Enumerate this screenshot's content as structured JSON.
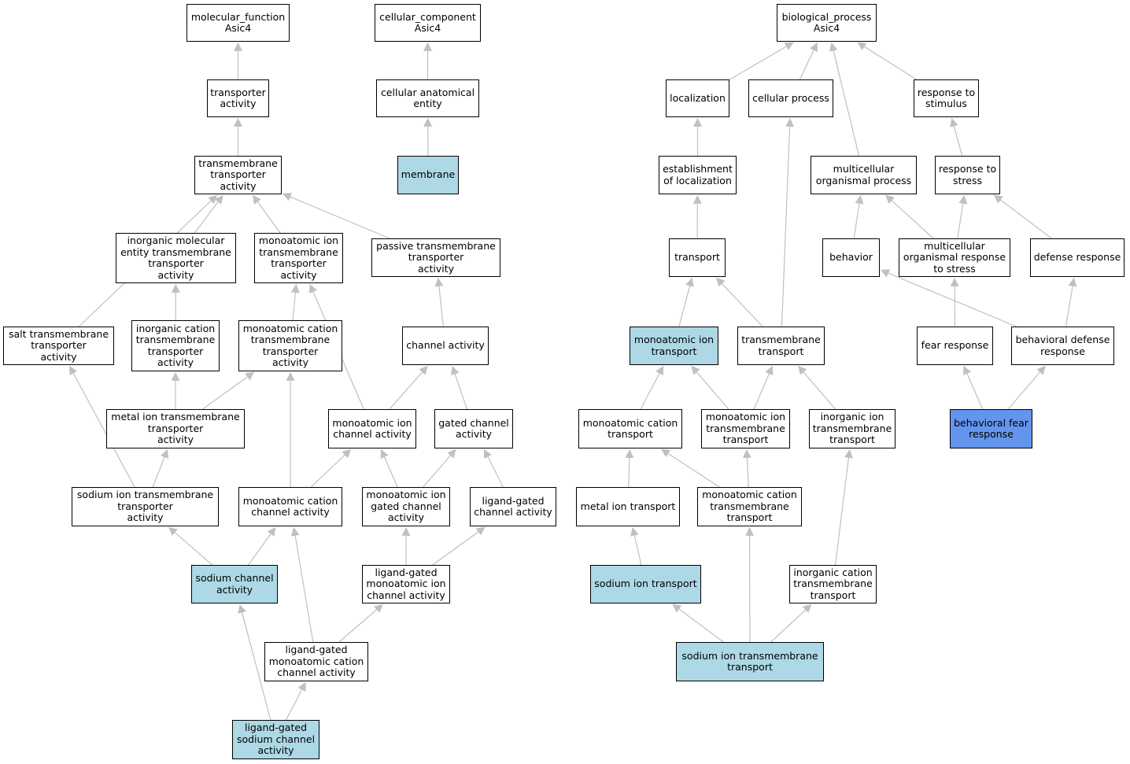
{
  "colors": {
    "default_fill": "#ffffff",
    "highlight_fill": "#add8e6",
    "query_fill": "#6495ed",
    "edge": "#c0c0c0",
    "border": "#000000"
  },
  "nodes": [
    {
      "id": "mf",
      "lines": [
        "molecular_function",
        "Asic4"
      ],
      "style": "default"
    },
    {
      "id": "transporter_activity",
      "lines": [
        "transporter",
        "activity"
      ],
      "style": "default"
    },
    {
      "id": "tm_transporter_activity",
      "lines": [
        "transmembrane",
        "transporter",
        "activity"
      ],
      "style": "default"
    },
    {
      "id": "inorg_mol_entity_tm",
      "lines": [
        "inorganic molecular",
        "entity transmembrane",
        "transporter",
        "activity"
      ],
      "style": "default"
    },
    {
      "id": "monoatomic_ion_tm_act",
      "lines": [
        "monoatomic ion",
        "transmembrane",
        "transporter",
        "activity"
      ],
      "style": "default"
    },
    {
      "id": "passive_tm",
      "lines": [
        "passive transmembrane",
        "transporter",
        "activity"
      ],
      "style": "default"
    },
    {
      "id": "salt_tm",
      "lines": [
        "salt transmembrane",
        "transporter",
        "activity"
      ],
      "style": "default"
    },
    {
      "id": "inorg_cation_tm_act",
      "lines": [
        "inorganic cation",
        "transmembrane",
        "transporter",
        "activity"
      ],
      "style": "default"
    },
    {
      "id": "monoatomic_cation_tm_act",
      "lines": [
        "monoatomic cation",
        "transmembrane",
        "transporter",
        "activity"
      ],
      "style": "default"
    },
    {
      "id": "channel_activity",
      "lines": [
        "channel activity"
      ],
      "style": "default"
    },
    {
      "id": "metal_ion_tm_act",
      "lines": [
        "metal ion transmembrane",
        "transporter",
        "activity"
      ],
      "style": "default"
    },
    {
      "id": "monoatomic_ion_channel",
      "lines": [
        "monoatomic ion",
        "channel activity"
      ],
      "style": "default"
    },
    {
      "id": "gated_channel",
      "lines": [
        "gated channel",
        "activity"
      ],
      "style": "default"
    },
    {
      "id": "sodium_ion_tm_act",
      "lines": [
        "sodium ion transmembrane",
        "transporter",
        "activity"
      ],
      "style": "default"
    },
    {
      "id": "monoatomic_cation_channel",
      "lines": [
        "monoatomic cation",
        "channel activity"
      ],
      "style": "default"
    },
    {
      "id": "monoatomic_ion_gated",
      "lines": [
        "monoatomic ion",
        "gated channel",
        "activity"
      ],
      "style": "default"
    },
    {
      "id": "ligand_gated_channel",
      "lines": [
        "ligand-gated",
        "channel activity"
      ],
      "style": "default"
    },
    {
      "id": "sodium_channel",
      "lines": [
        "sodium channel",
        "activity"
      ],
      "style": "highlight"
    },
    {
      "id": "lg_monoatomic_ion_channel",
      "lines": [
        "ligand-gated",
        "monoatomic ion",
        "channel activity"
      ],
      "style": "default"
    },
    {
      "id": "lg_monoatomic_cation_channel",
      "lines": [
        "ligand-gated",
        "monoatomic cation",
        "channel activity"
      ],
      "style": "default"
    },
    {
      "id": "lg_sodium_channel",
      "lines": [
        "ligand-gated",
        "sodium channel",
        "activity"
      ],
      "style": "highlight"
    },
    {
      "id": "cc",
      "lines": [
        "cellular_component",
        "Asic4"
      ],
      "style": "default"
    },
    {
      "id": "cell_anat_entity",
      "lines": [
        "cellular anatomical",
        "entity"
      ],
      "style": "default"
    },
    {
      "id": "membrane",
      "lines": [
        "membrane"
      ],
      "style": "highlight"
    },
    {
      "id": "bp",
      "lines": [
        "biological_process",
        "Asic4"
      ],
      "style": "default"
    },
    {
      "id": "localization",
      "lines": [
        "localization"
      ],
      "style": "default"
    },
    {
      "id": "cellular_process",
      "lines": [
        "cellular process"
      ],
      "style": "default"
    },
    {
      "id": "response_to_stimulus",
      "lines": [
        "response to",
        "stimulus"
      ],
      "style": "default"
    },
    {
      "id": "establishment_loc",
      "lines": [
        "establishment",
        "of localization"
      ],
      "style": "default"
    },
    {
      "id": "multicellular_process",
      "lines": [
        "multicellular",
        "organismal process"
      ],
      "style": "default"
    },
    {
      "id": "response_to_stress",
      "lines": [
        "response to",
        "stress"
      ],
      "style": "default"
    },
    {
      "id": "transport",
      "lines": [
        "transport"
      ],
      "style": "default"
    },
    {
      "id": "behavior",
      "lines": [
        "behavior"
      ],
      "style": "default"
    },
    {
      "id": "multicellular_stress",
      "lines": [
        "multicellular",
        "organismal response",
        "to stress"
      ],
      "style": "default"
    },
    {
      "id": "defense_response",
      "lines": [
        "defense response"
      ],
      "style": "default"
    },
    {
      "id": "monoatomic_ion_transport",
      "lines": [
        "monoatomic ion",
        "transport"
      ],
      "style": "highlight"
    },
    {
      "id": "tm_transport",
      "lines": [
        "transmembrane",
        "transport"
      ],
      "style": "default"
    },
    {
      "id": "fear_response",
      "lines": [
        "fear response"
      ],
      "style": "default"
    },
    {
      "id": "behavioral_defense",
      "lines": [
        "behavioral defense",
        "response"
      ],
      "style": "default"
    },
    {
      "id": "monoatomic_cation_transport",
      "lines": [
        "monoatomic cation",
        "transport"
      ],
      "style": "default"
    },
    {
      "id": "monoatomic_ion_tm_transport",
      "lines": [
        "monoatomic ion",
        "transmembrane",
        "transport"
      ],
      "style": "default"
    },
    {
      "id": "inorg_ion_tm_transport",
      "lines": [
        "inorganic ion",
        "transmembrane",
        "transport"
      ],
      "style": "default"
    },
    {
      "id": "behavioral_fear",
      "lines": [
        "behavioral fear",
        "response"
      ],
      "style": "query"
    },
    {
      "id": "metal_ion_transport",
      "lines": [
        "metal ion transport"
      ],
      "style": "default"
    },
    {
      "id": "monoatomic_cation_tm_transport",
      "lines": [
        "monoatomic cation",
        "transmembrane",
        "transport"
      ],
      "style": "default"
    },
    {
      "id": "sodium_ion_transport",
      "lines": [
        "sodium ion transport"
      ],
      "style": "highlight"
    },
    {
      "id": "inorg_cation_tm_transport",
      "lines": [
        "inorganic cation",
        "transmembrane",
        "transport"
      ],
      "style": "default"
    },
    {
      "id": "sodium_ion_tm_transport",
      "lines": [
        "sodium ion transmembrane",
        "transport"
      ],
      "style": "highlight"
    }
  ],
  "edges": [
    {
      "from": "transporter_activity",
      "to": "mf"
    },
    {
      "from": "tm_transporter_activity",
      "to": "transporter_activity"
    },
    {
      "from": "inorg_mol_entity_tm",
      "to": "tm_transporter_activity"
    },
    {
      "from": "monoatomic_ion_tm_act",
      "to": "tm_transporter_activity"
    },
    {
      "from": "passive_tm",
      "to": "tm_transporter_activity"
    },
    {
      "from": "salt_tm",
      "to": "tm_transporter_activity"
    },
    {
      "from": "inorg_cation_tm_act",
      "to": "inorg_mol_entity_tm"
    },
    {
      "from": "monoatomic_cation_tm_act",
      "to": "monoatomic_ion_tm_act"
    },
    {
      "from": "channel_activity",
      "to": "passive_tm"
    },
    {
      "from": "metal_ion_tm_act",
      "to": "inorg_cation_tm_act"
    },
    {
      "from": "metal_ion_tm_act",
      "to": "monoatomic_cation_tm_act"
    },
    {
      "from": "monoatomic_ion_channel",
      "to": "monoatomic_ion_tm_act"
    },
    {
      "from": "monoatomic_ion_channel",
      "to": "channel_activity"
    },
    {
      "from": "gated_channel",
      "to": "channel_activity"
    },
    {
      "from": "sodium_ion_tm_act",
      "to": "salt_tm"
    },
    {
      "from": "sodium_ion_tm_act",
      "to": "metal_ion_tm_act"
    },
    {
      "from": "monoatomic_cation_channel",
      "to": "monoatomic_cation_tm_act"
    },
    {
      "from": "monoatomic_cation_channel",
      "to": "monoatomic_ion_channel"
    },
    {
      "from": "monoatomic_ion_gated",
      "to": "monoatomic_ion_channel"
    },
    {
      "from": "monoatomic_ion_gated",
      "to": "gated_channel"
    },
    {
      "from": "ligand_gated_channel",
      "to": "gated_channel"
    },
    {
      "from": "sodium_channel",
      "to": "sodium_ion_tm_act"
    },
    {
      "from": "sodium_channel",
      "to": "monoatomic_cation_channel"
    },
    {
      "from": "lg_monoatomic_ion_channel",
      "to": "monoatomic_ion_gated"
    },
    {
      "from": "lg_monoatomic_ion_channel",
      "to": "ligand_gated_channel"
    },
    {
      "from": "lg_monoatomic_cation_channel",
      "to": "monoatomic_cation_channel"
    },
    {
      "from": "lg_monoatomic_cation_channel",
      "to": "lg_monoatomic_ion_channel"
    },
    {
      "from": "lg_sodium_channel",
      "to": "sodium_channel"
    },
    {
      "from": "lg_sodium_channel",
      "to": "lg_monoatomic_cation_channel"
    },
    {
      "from": "cell_anat_entity",
      "to": "cc"
    },
    {
      "from": "membrane",
      "to": "cell_anat_entity"
    },
    {
      "from": "localization",
      "to": "bp"
    },
    {
      "from": "cellular_process",
      "to": "bp"
    },
    {
      "from": "response_to_stimulus",
      "to": "bp"
    },
    {
      "from": "multicellular_process",
      "to": "bp"
    },
    {
      "from": "establishment_loc",
      "to": "localization"
    },
    {
      "from": "response_to_stress",
      "to": "response_to_stimulus"
    },
    {
      "from": "transport",
      "to": "establishment_loc"
    },
    {
      "from": "behavior",
      "to": "multicellular_process"
    },
    {
      "from": "multicellular_stress",
      "to": "multicellular_process"
    },
    {
      "from": "multicellular_stress",
      "to": "response_to_stress"
    },
    {
      "from": "defense_response",
      "to": "response_to_stress"
    },
    {
      "from": "monoatomic_ion_transport",
      "to": "transport"
    },
    {
      "from": "tm_transport",
      "to": "transport"
    },
    {
      "from": "tm_transport",
      "to": "cellular_process"
    },
    {
      "from": "fear_response",
      "to": "multicellular_stress"
    },
    {
      "from": "behavioral_defense",
      "to": "behavior"
    },
    {
      "from": "behavioral_defense",
      "to": "defense_response"
    },
    {
      "from": "monoatomic_cation_transport",
      "to": "monoatomic_ion_transport"
    },
    {
      "from": "monoatomic_ion_tm_transport",
      "to": "monoatomic_ion_transport"
    },
    {
      "from": "monoatomic_ion_tm_transport",
      "to": "tm_transport"
    },
    {
      "from": "inorg_ion_tm_transport",
      "to": "tm_transport"
    },
    {
      "from": "behavioral_fear",
      "to": "fear_response"
    },
    {
      "from": "behavioral_fear",
      "to": "behavioral_defense"
    },
    {
      "from": "metal_ion_transport",
      "to": "monoatomic_cation_transport"
    },
    {
      "from": "monoatomic_cation_tm_transport",
      "to": "monoatomic_cation_transport"
    },
    {
      "from": "monoatomic_cation_tm_transport",
      "to": "monoatomic_ion_tm_transport"
    },
    {
      "from": "sodium_ion_transport",
      "to": "metal_ion_transport"
    },
    {
      "from": "inorg_cation_tm_transport",
      "to": "inorg_ion_tm_transport"
    },
    {
      "from": "sodium_ion_tm_transport",
      "to": "sodium_ion_transport"
    },
    {
      "from": "sodium_ion_tm_transport",
      "to": "monoatomic_cation_tm_transport"
    },
    {
      "from": "sodium_ion_tm_transport",
      "to": "inorg_cation_tm_transport"
    }
  ]
}
